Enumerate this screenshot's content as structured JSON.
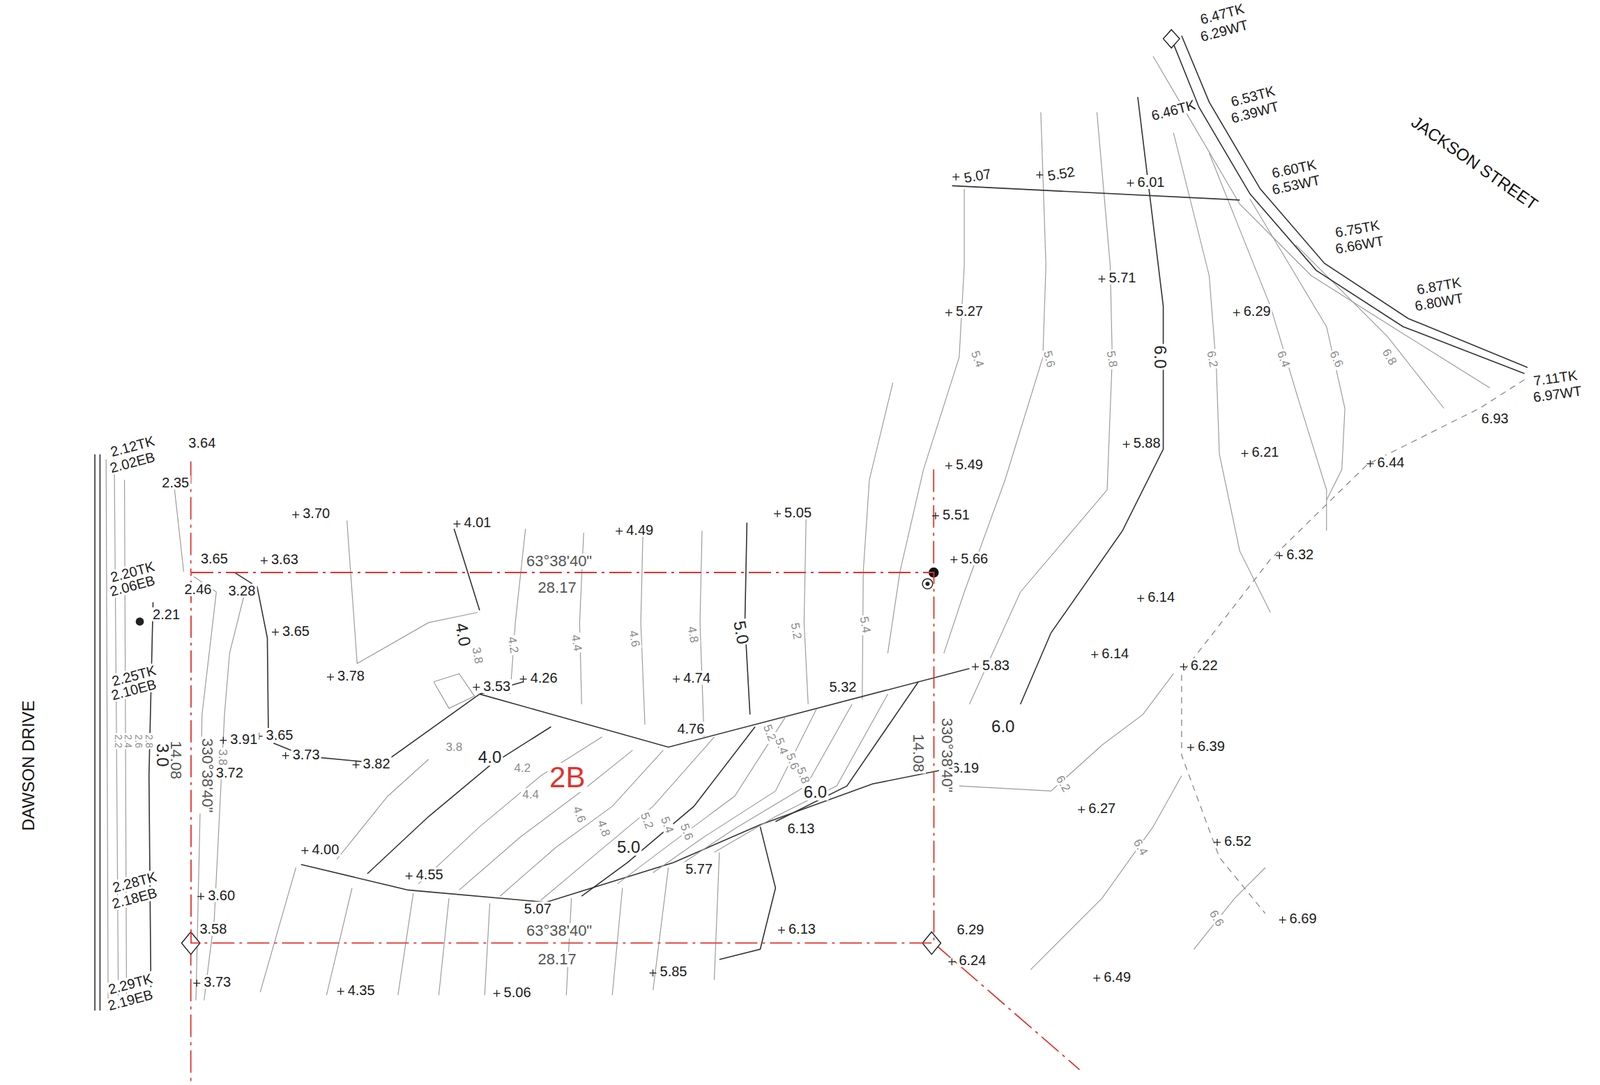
{
  "diagram": {
    "nodes": [
      {
        "text": [
          "2B"
        ]
      }
    ],
    "labels": [
      "DAWSON DRIVE",
      "JACKSON STREET",
      "6.47TK",
      "6.29WT",
      "6.46TK",
      "6.53TK",
      "6.39WT",
      "6.60TK",
      "6.53WT",
      "6.75TK",
      "6.66WT",
      "6.87TK",
      "6.80WT",
      "7.11TK",
      "6.97WT",
      "6.93",
      "5.07",
      "5.52",
      "6.01",
      "5.71",
      "5.27",
      "6.29",
      "5.88",
      "6.21",
      "6.44",
      "5.49",
      "5.51",
      "5.66",
      "6.32",
      "6.14",
      "6.14",
      "6.22",
      "5.83",
      "6.39",
      "6.27",
      "6.52",
      "6.69",
      "6.49",
      "6.29",
      "6.24",
      "6.19",
      "6.13",
      "5.85",
      "5.06",
      "4.35",
      "3.73",
      "3.58",
      "3.60",
      "6.13",
      "5.77",
      "5.07",
      "4.55",
      "4.00",
      "3.72",
      "3.91",
      "3.73",
      "3.82",
      "3.65",
      "3.65",
      "3.78",
      "3.53",
      "4.26",
      "4.74",
      "4.76",
      "5.32",
      "3.70",
      "4.01",
      "4.49",
      "5.05",
      "3.64",
      "2.35",
      "3.65",
      "3.63",
      "2.46",
      "3.28",
      "2.21",
      "2.12TK",
      "2.02EB",
      "2.20TK",
      "2.06EB",
      "2.25TK",
      "2.10EB",
      "2.28TK",
      "2.18EB",
      "2.29TK",
      "2.19EB",
      "63°38'40\"",
      "28.17",
      "63°38'40\"",
      "28.17",
      "330°38'40\"",
      "14.08",
      "330°38'40\"",
      "14.08",
      "3.8",
      "4.0",
      "4.2",
      "4.4",
      "4.6",
      "4.8",
      "5.0",
      "5.2",
      "5.4",
      "5.4",
      "5.6",
      "5.8",
      "6.0",
      "6.2",
      "6.4",
      "6.6",
      "6.8",
      "3.8",
      "4.0",
      "4.2",
      "4.4",
      "4.6",
      "4.8",
      "5.0",
      "5.2",
      "5.4",
      "5.6",
      "5.2",
      "5.4",
      "5.6",
      "5.8",
      "6.0",
      "6.0",
      "6.2",
      "6.4",
      "6.6",
      "2.2",
      "2.4",
      "2.6",
      "2.8",
      "3.0",
      "3.8"
    ]
  }
}
